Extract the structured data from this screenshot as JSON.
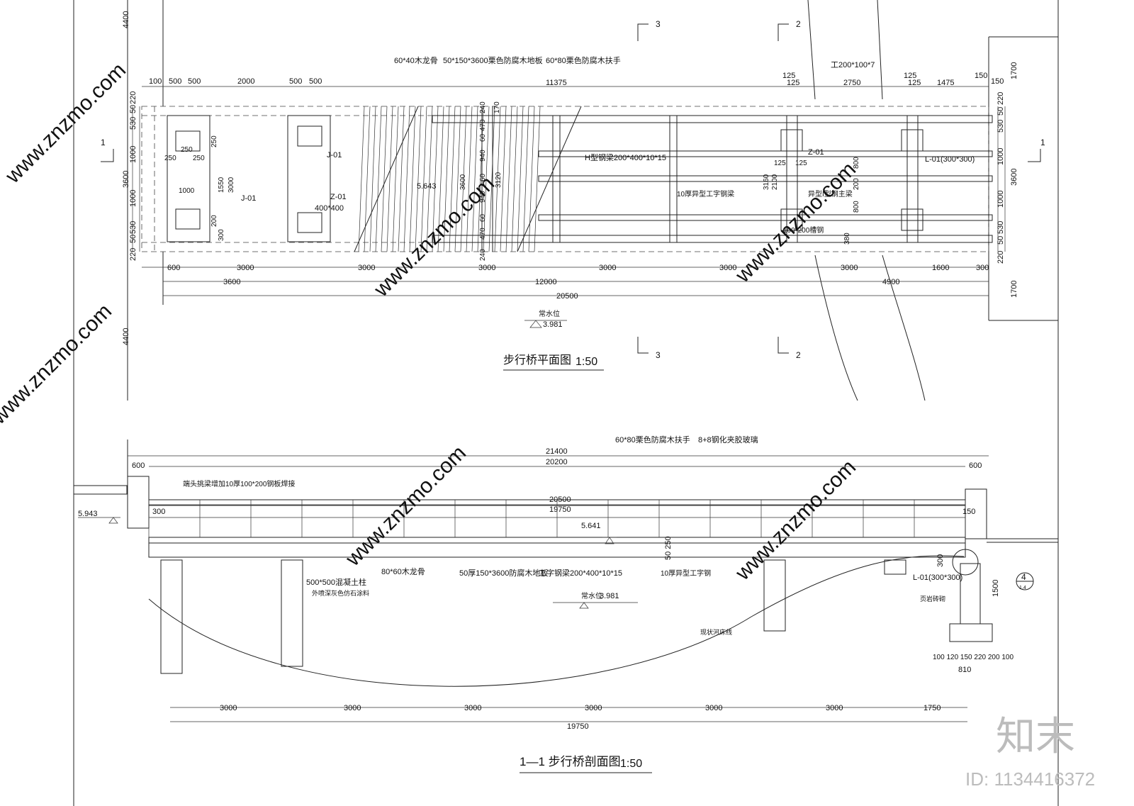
{
  "plan": {
    "title": "步行桥平面图",
    "scale": "1:50",
    "section_marks": {
      "s1": "1",
      "s2": "2",
      "s3": "3"
    },
    "water_level_label": "常水位",
    "water_level_value": "3.981",
    "deck_elevation": "5.643",
    "notes": {
      "joist": "60*40木龙骨",
      "decking": "50*150*3600栗色防腐木地板",
      "handrail": "60*80栗色防腐木扶手",
      "ibeam_top": "工200*100*7",
      "h_beam": "H型钢梁200*400*10*15",
      "web_beam": "10厚异型工字钢梁",
      "main_beam": "异型I型钢主梁",
      "channel": "100*200槽钢",
      "j01_a": "J-01",
      "j01_b": "J-01",
      "z01_a": "Z-01",
      "z01_b": "Z-01",
      "z01_size": "400*400",
      "l01": "L-01(300*300)"
    },
    "dims_top": [
      "100",
      "500",
      "500",
      "2000",
      "500",
      "500",
      "125",
      "125",
      "2750",
      "125",
      "125",
      "1475",
      "150",
      "150",
      "11375"
    ],
    "dims_bottom_1": [
      "600",
      "3000",
      "3000",
      "3000",
      "3000",
      "3000",
      "3000",
      "1600",
      "300"
    ],
    "dims_bottom_2": [
      "3600",
      "12000",
      "4900"
    ],
    "dims_total": "20500",
    "dims_left": [
      "4400",
      "220",
      "50",
      "530",
      "1000",
      "3600",
      "1000",
      "530",
      "50",
      "220",
      "4400"
    ],
    "dims_right": [
      "1700",
      "220",
      "50",
      "530",
      "1000",
      "3600",
      "1000",
      "530",
      "50",
      "220",
      "1700"
    ],
    "dims_inner": [
      "250",
      "250",
      "250",
      "1000",
      "1550",
      "3000",
      "300",
      "200",
      "250",
      "3600",
      "3120",
      "3160",
      "2100",
      "800",
      "200",
      "800",
      "380",
      "125",
      "125",
      "240",
      "470",
      "170",
      "60",
      "940",
      "60",
      "940",
      "60",
      "470",
      "240"
    ]
  },
  "section": {
    "title": "1—1 步行桥剖面图",
    "scale": "1:50",
    "dims_top": [
      "21400",
      "20200",
      "600",
      "600",
      "20500",
      "19750",
      "300",
      "150"
    ],
    "dims_bottom": [
      "3000",
      "3000",
      "3000",
      "3000",
      "3000",
      "3000",
      "1750"
    ],
    "dims_bottom_total": "19750",
    "elev_left": "5.943",
    "elev_deck": "5.641",
    "water_level_label": "常水位",
    "water_level_value": "3.981",
    "notes": {
      "handrail": "60*80栗色防腐木扶手",
      "glass": "8+8钢化夹胶玻璃",
      "end_beam": "端头挑梁增加10厚100*200钢板焊接",
      "column": "500*500混凝土柱",
      "column_finish": "外喷深灰色仿石涂料",
      "joist": "80*60木龙骨",
      "decking": "50厚150*3600防腐木地板",
      "ibeam": "工字钢梁200*400*10*15",
      "web_beam": "10厚异型工字钢",
      "riverbed": "现状河床线",
      "wall": "页岩砖砌",
      "l01": "L-01(300*300)",
      "dim_1500": "1500",
      "dim_300": "300",
      "dim_50_250": "50 250",
      "detail_bubble": "4",
      "detail_ref": "1.4",
      "foot_dims": "100 120 150 220 200 100",
      "foot_total": "810"
    }
  },
  "watermark": {
    "site": "www.znzmo.com",
    "logo": "知末",
    "id": "ID: 1134416372"
  }
}
